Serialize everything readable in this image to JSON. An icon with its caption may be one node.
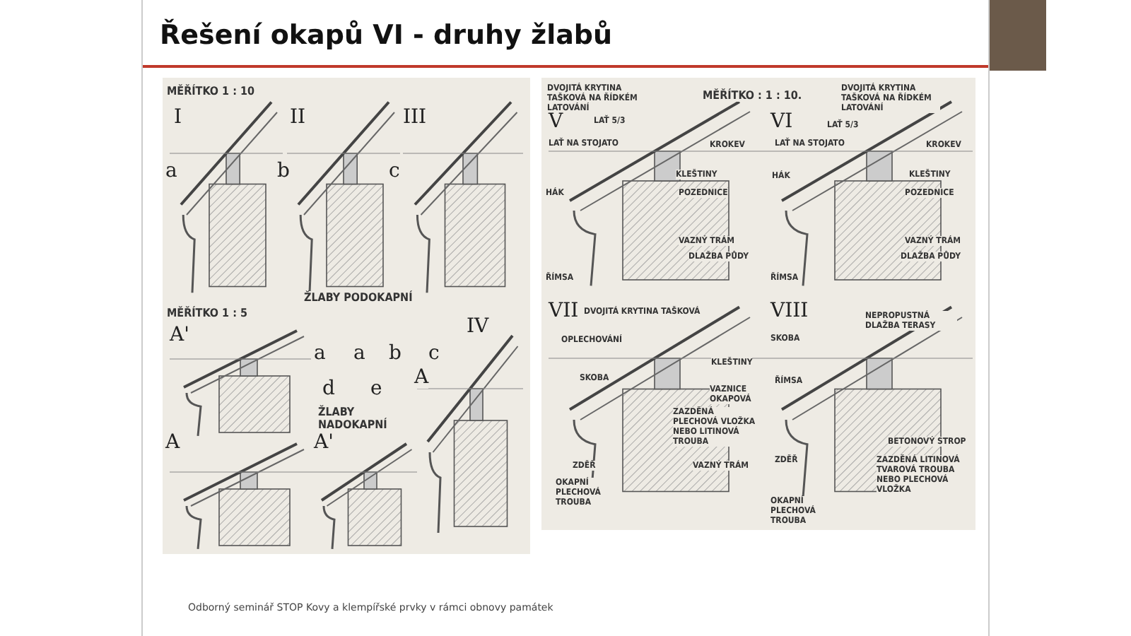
{
  "diagram": {
    "title": "Řešení okapů VI - druhy žlabů",
    "caption": "Odborný seminář STOP Kovy a klempířské prvky v rámci obnovy památek",
    "labels": [
      "MĚŘÍTKO 1 : 10",
      "I",
      "II",
      "III",
      "a",
      "b",
      "c",
      "ŽLABY PODOKAPNÍ",
      "MĚŘÍTKO 1 : 5",
      "A'",
      "a",
      "a",
      "b",
      "c",
      "IV",
      "d",
      "e",
      "ŽLABY NADOKAPNÍ",
      "A",
      "A",
      "A'",
      "DVOJITÁ KRYTINA TAŠKOVÁ NA ŘÍDKÉM LATOVÁNÍ",
      "MĚŘÍTKO : 1 : 10.",
      "DVOJITÁ KRYTINA TAŠKOVÁ NA ŘÍDKÉM LATOVÁNÍ",
      "V",
      "LAŤ 5/3",
      "VI",
      "LAŤ 5/3",
      "LAŤ NA STOJATO",
      "KROKEV",
      "LAŤ NA STOJATO",
      "KROKEV",
      "HÁK",
      "KLEŠTINY",
      "POZEDNICE",
      "HÁK",
      "KLEŠTINY",
      "POZEDNICE",
      "VAZNÝ TRÁM",
      "DLAŽBA PŮDY",
      "VAZNÝ TRÁM",
      "DLAŽBA PŮDY",
      "ŘÍMSA",
      "ŘÍMSA",
      "VII",
      "DVOJITÁ KRYTINA TAŠKOVÁ",
      "OPLECHOVÁNÍ",
      "KLEŠTINY",
      "SKOBA",
      "VAZNICE OKAPOVÁ",
      "ZAZDĚNÁ PLECHOVÁ VLOŽKA NEBO LITINOVÁ TROUBA",
      "ZDĚŘ",
      "VAZNÝ TRÁM",
      "OKAPNÍ PLECHOVÁ TROUBA",
      "VIII",
      "NEPROPUSTNÁ DLAŽBA TERASY",
      "SKOBA",
      "ŘÍMSA",
      "BETONOVÝ STROP",
      "ZDĚŘ",
      "ZAZDĚNÁ LITINOVÁ TVAROVÁ TROUBA NEBO PLECHOVÁ VLOŽKA",
      "OKAPNÍ PLECHOVÁ TROUBA"
    ]
  }
}
